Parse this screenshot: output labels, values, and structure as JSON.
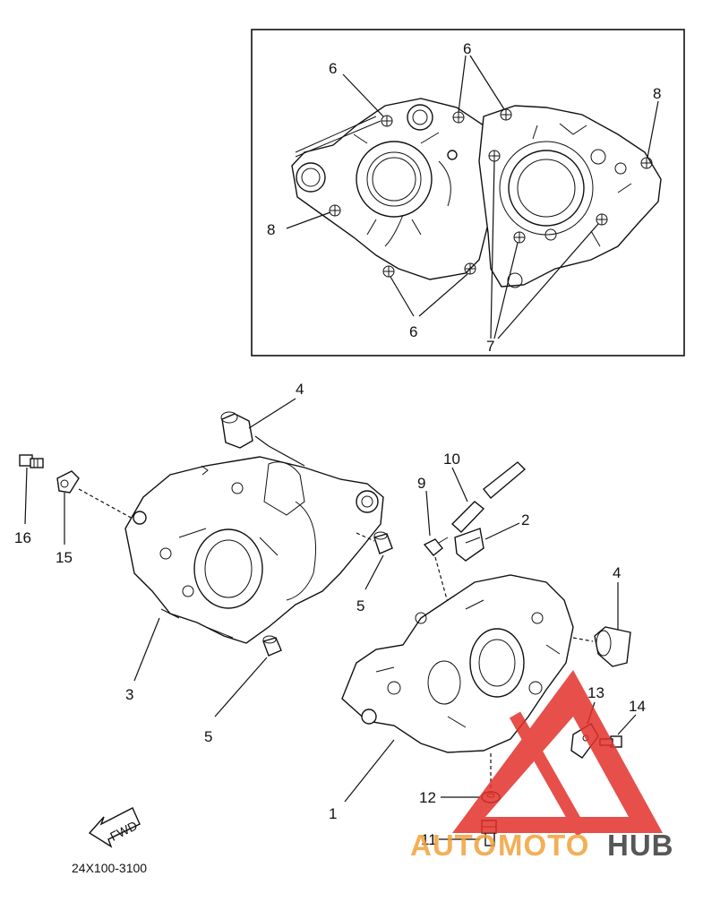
{
  "callouts": {
    "inset_6_left": "6",
    "inset_6_top": "6",
    "inset_8_right": "8",
    "inset_8_left": "8",
    "inset_6_bottom": "6",
    "inset_7_bottom": "7",
    "part_4_top": "4",
    "part_16": "16",
    "part_15": "15",
    "part_10": "10",
    "part_9": "9",
    "part_2": "2",
    "part_4_right": "4",
    "part_5_upper": "5",
    "part_3": "3",
    "part_5_lower": "5",
    "part_13": "13",
    "part_14": "14",
    "part_12": "12",
    "part_1": "1",
    "part_11": "11"
  },
  "direction_arrow": "FWD",
  "diagram_code": "24X100-3100",
  "watermark": {
    "text_auto": "AUTO",
    "text_moto": "MOTO",
    "text_hub": "HUB",
    "color_orange": "#f2a23a",
    "color_red": "#e2312b",
    "color_dark": "#3a3a3a"
  }
}
